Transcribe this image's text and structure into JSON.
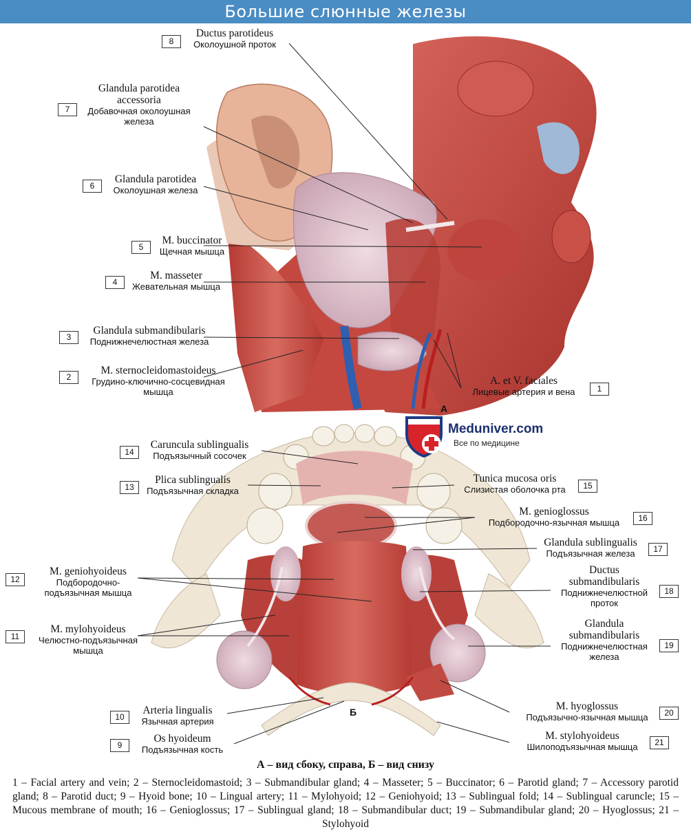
{
  "title": "Большие слюнные железы",
  "view_letters": {
    "a": "А",
    "b": "Б"
  },
  "brand": {
    "name": "Meduniver.com",
    "tagline": "Все по медицине"
  },
  "labels": [
    {
      "n": "1",
      "lat": "A. et V. faciales",
      "rus": [
        "Лицевые артерия и вена"
      ]
    },
    {
      "n": "2",
      "lat": "M. sternocleidomastoideus",
      "rus": [
        "Грудино-ключично-сосцевидная",
        "мышца"
      ]
    },
    {
      "n": "3",
      "lat": "Glandula submandibularis",
      "rus": [
        "Поднижнечелюстная железа"
      ]
    },
    {
      "n": "4",
      "lat": "M. masseter",
      "rus": [
        "Жевательная мышца"
      ]
    },
    {
      "n": "5",
      "lat": "M. buccinator",
      "rus": [
        "Щечная мышца"
      ]
    },
    {
      "n": "6",
      "lat": "Glandula parotidea",
      "rus": [
        "Околоушная железа"
      ]
    },
    {
      "n": "7",
      "lat": "Glandula parotidea accessoria",
      "rus": [
        "Добавочная околоушная",
        "железа"
      ]
    },
    {
      "n": "8",
      "lat": "Ductus parotideus",
      "rus": [
        "Околоушной проток"
      ]
    },
    {
      "n": "9",
      "lat": "Os hyoideum",
      "rus": [
        "Подъязычная кость"
      ]
    },
    {
      "n": "10",
      "lat": "Arteria lingualis",
      "rus": [
        "Язычная артерия"
      ]
    },
    {
      "n": "11",
      "lat": "M. mylohyoideus",
      "rus": [
        "Челюстно-подъязычная",
        "мышца"
      ]
    },
    {
      "n": "12",
      "lat": "M. geniohyoideus",
      "rus": [
        "Подбородочно-",
        "подъязычная мышца"
      ]
    },
    {
      "n": "13",
      "lat": "Plica sublingualis",
      "rus": [
        "Подъязычная складка"
      ]
    },
    {
      "n": "14",
      "lat": "Caruncula sublingualis",
      "rus": [
        "Подъязычный сосочек"
      ]
    },
    {
      "n": "15",
      "lat": "Tunica mucosa oris",
      "rus": [
        "Слизистая оболочка рта"
      ]
    },
    {
      "n": "16",
      "lat": "M. genioglossus",
      "rus": [
        "Подбородочно-язычная мышца"
      ]
    },
    {
      "n": "17",
      "lat": "Glandula sublingualis",
      "rus": [
        "Подъязычная железа"
      ]
    },
    {
      "n": "18",
      "lat": "Ductus submandibularis",
      "rus": [
        "Поднижнечелюстной",
        "проток"
      ]
    },
    {
      "n": "19",
      "lat": "Glandula submandibularis",
      "rus": [
        "Поднижнечелюстная",
        "железа"
      ]
    },
    {
      "n": "20",
      "lat": "M. hyoglossus",
      "rus": [
        "Подъязычно-язычная мышца"
      ]
    },
    {
      "n": "21",
      "lat": "M. stylohyoideus",
      "rus": [
        "Шилоподъязычная мышца"
      ]
    }
  ],
  "views_caption": "А – вид сбоку, справа, Б – вид снизу",
  "legend": "1 – Facial artery and vein; 2 – Sternocleidomastoid; 3 – Submandibular gland; 4 – Masseter; 5 – Buccinator; 6 – Parotid gland; 7 – Accessory parotid gland; 8 – Parotid duct; 9 – Hyoid bone; 10 – Lingual artery; 11 – Mylohyoid; 12 – Geniohyoid; 13 – Sublingual fold; 14 – Sublingual caruncle; 15 – Mucous membrane of mouth; 16 – Genioglossus; 17 – Sublingual gland; 18 – Submandibular duct; 19 – Submandibular gland; 20 – Hyoglossus; 21 – Stylohyoid",
  "colors": {
    "title_bar": "#4a8cc4",
    "muscle": "#c8473f",
    "gland": "#e2c6cf",
    "vein": "#2f5fb0",
    "bone": "#efe6d6"
  }
}
